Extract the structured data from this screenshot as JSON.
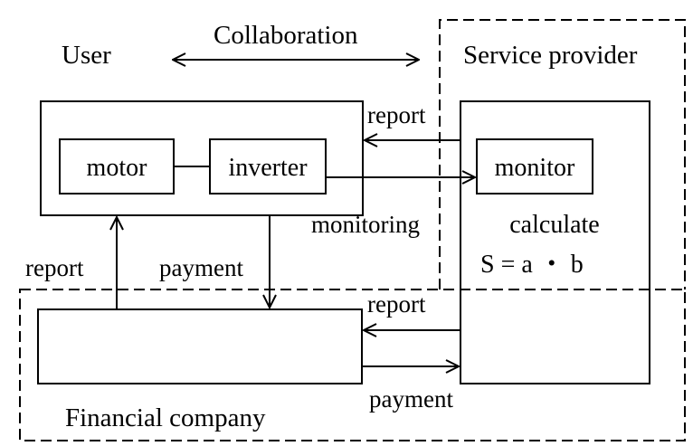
{
  "labels": {
    "user": "User",
    "collaboration": "Collaboration",
    "service_provider": "Service provider",
    "motor": "motor",
    "inverter": "inverter",
    "monitor": "monitor",
    "report_top": "report",
    "monitoring": "monitoring",
    "calculate": "calculate",
    "formula": "S = a ・ b",
    "report_left": "report",
    "payment_mid": "payment",
    "report_right": "report",
    "payment_bottom": "payment",
    "financial_company": "Financial company"
  },
  "colors": {
    "line": "#000000",
    "background": "#ffffff"
  }
}
